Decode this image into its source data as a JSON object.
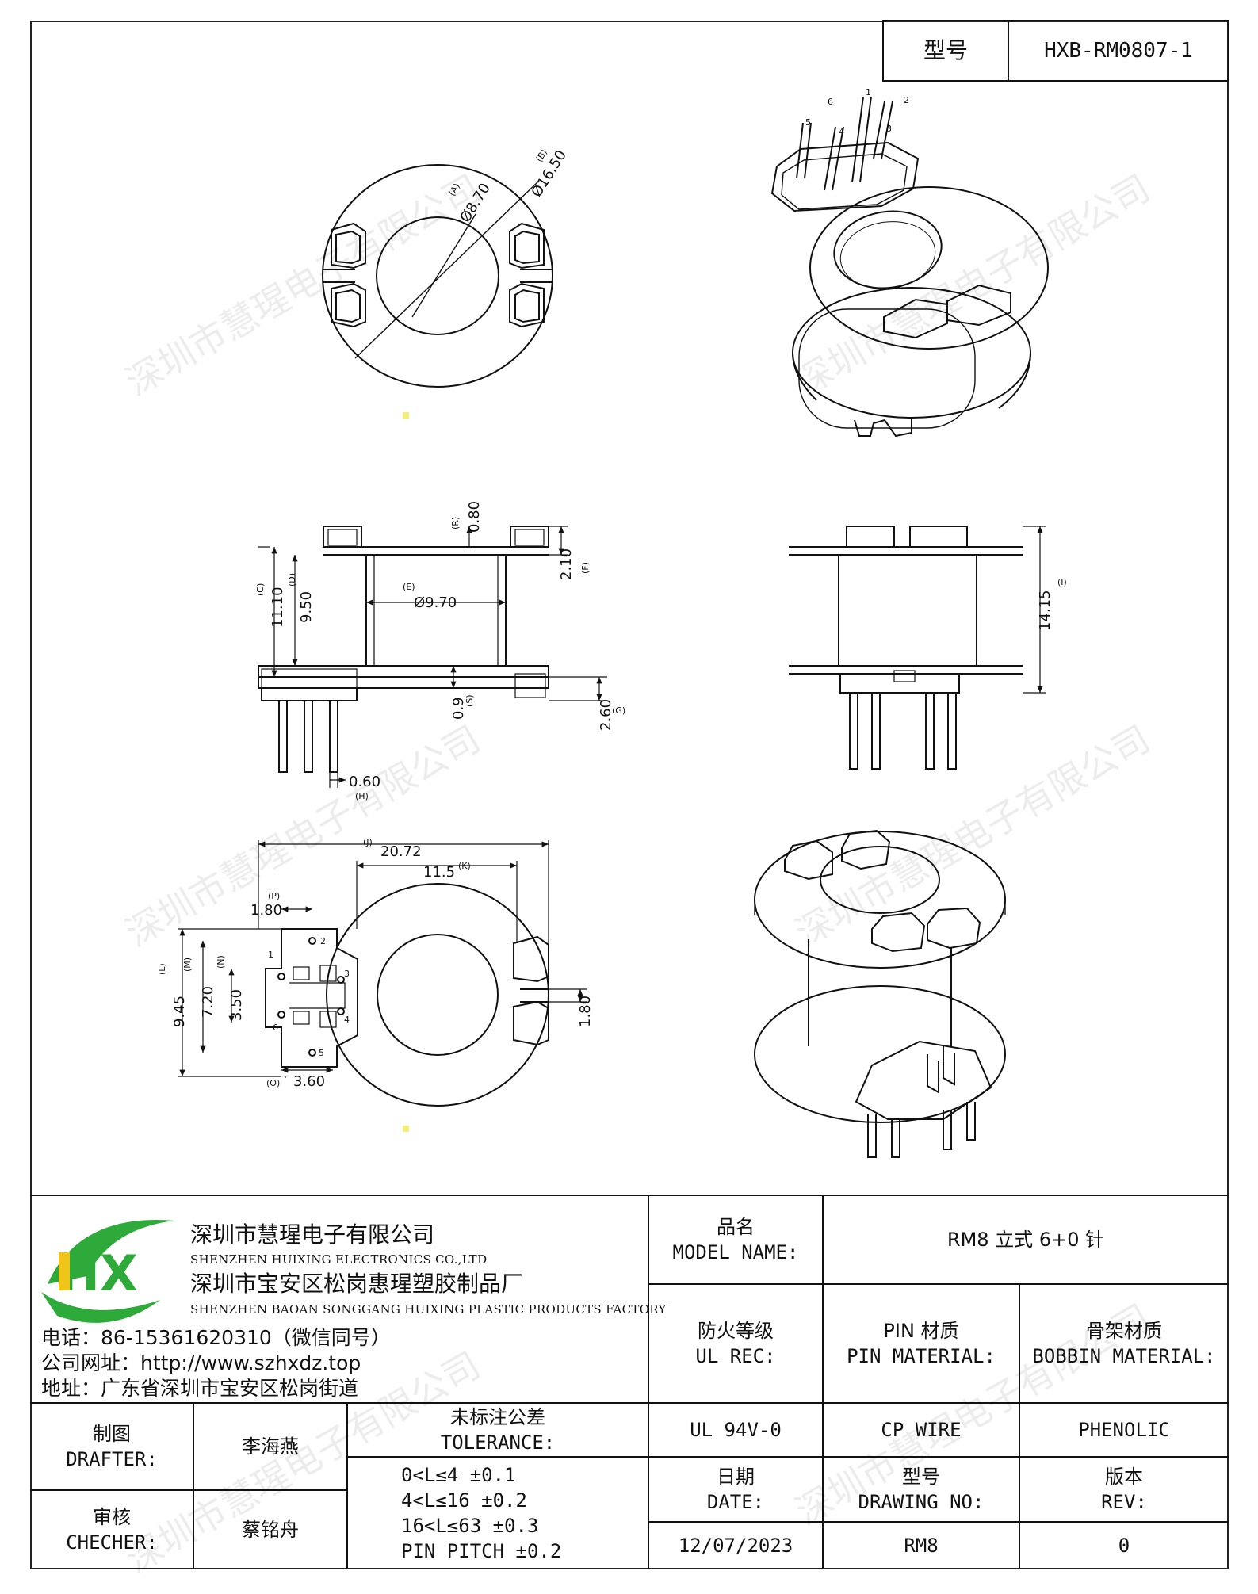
{
  "header": {
    "model_label": "型号",
    "model_value": "HXB-RM0807-1"
  },
  "watermark": "深圳市慧瑆电子有限公司",
  "dimensions": {
    "a": "(A)",
    "a_val": "Ø8.70",
    "b": "(B)",
    "b_val": "Ø16.50",
    "r": "(R)",
    "r_val": "0.80",
    "f": "(F)",
    "f_val": "2.10",
    "c": "(C)",
    "c_val": "11.10",
    "d": "(D)",
    "d_val": "9.50",
    "e": "(E)",
    "e_val": "Ø9.70",
    "i": "(I)",
    "i_val": "14.15",
    "s": "(S)",
    "s_val": "0.9",
    "g": "(G)",
    "g_val": "2.60",
    "h": "(H)",
    "h_val": "0.60",
    "j": "(J)",
    "j_val": "20.72",
    "k": "(K)",
    "k_val": "11.5",
    "p": "(P)",
    "p_val": "1.80",
    "l": "(L)",
    "l_val": "9.45",
    "m": "(M)",
    "m_val": "7.20",
    "n": "(N)",
    "n_val": "3.50",
    "o": "(O)",
    "o_val": "3.60",
    "slot_val": "1.80"
  },
  "pins": [
    "1",
    "2",
    "3",
    "4",
    "5",
    "6"
  ],
  "company": {
    "logo_text": "HX",
    "name_cn": "深圳市慧瑆电子有限公司",
    "name_en": "SHENZHEN HUIXING ELECTRONICS CO.,LTD",
    "factory_cn": "深圳市宝安区松岗惠瑆塑胶制品厂",
    "factory_en": "SHENZHEN BAOAN SONGGANG HUIXING PLASTIC PRODUCTS FACTORY",
    "phone": "电话：86-15361620310（微信同号）",
    "website": "公司网址：http://www.szhxdz.top",
    "address": "地址：广东省深圳市宝安区松岗街道"
  },
  "title_block": {
    "model_name_cn": "品名",
    "model_name_en": "MODEL NAME:",
    "model_name_value": "RM8 立式 6+0 针",
    "ul_cn": "防火等级",
    "ul_en": "UL REC:",
    "pin_mat_cn": "PIN 材质",
    "pin_mat_en": "PIN MATERIAL:",
    "bobbin_mat_cn": "骨架材质",
    "bobbin_mat_en": "BOBBIN MATERIAL:",
    "ul_value": "UL 94V-0",
    "pin_value": "CP WIRE",
    "bobbin_value": "PHENOLIC",
    "drafter_cn": "制图",
    "drafter_en": "DRAFTER:",
    "drafter_name": "李海燕",
    "checker_cn": "审核",
    "checker_en": "CHECHER:",
    "checker_name": "蔡铭舟",
    "tolerance_cn": "未标注公差",
    "tolerance_en": "TOLERANCE:",
    "tolerance_lines": [
      "0<L≤4  ±0.1",
      "4<L≤16 ±0.2",
      "16<L≤63 ±0.3",
      "PIN PITCH ±0.2"
    ],
    "date_cn": "日期",
    "date_en": "DATE:",
    "drawing_no_cn": "型号",
    "drawing_no_en": "DRAWING NO:",
    "rev_cn": "版本",
    "rev_en": "REV:",
    "date_value": "12/07/2023",
    "drawing_no_value": "RM8",
    "rev_value": "0"
  }
}
